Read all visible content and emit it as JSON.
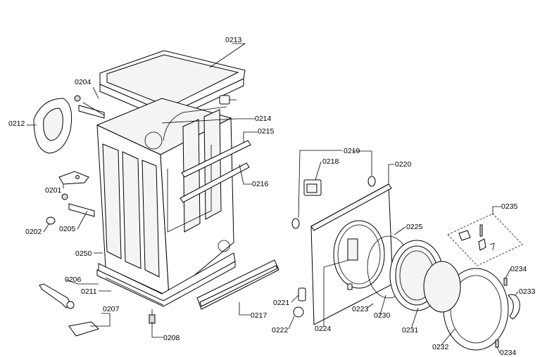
{
  "diagram": {
    "labels": [
      {
        "id": "0213",
        "text": "0213"
      },
      {
        "id": "0204",
        "text": "0204"
      },
      {
        "id": "0212",
        "text": "0212"
      },
      {
        "id": "0214",
        "text": "0214"
      },
      {
        "id": "0215",
        "text": "0215"
      },
      {
        "id": "0216",
        "text": "0216"
      },
      {
        "id": "0201",
        "text": "0201"
      },
      {
        "id": "0202",
        "text": "0202"
      },
      {
        "id": "0205",
        "text": "0205"
      },
      {
        "id": "0250",
        "text": "0250"
      },
      {
        "id": "0206",
        "text": "0206"
      },
      {
        "id": "0211",
        "text": "0211"
      },
      {
        "id": "0207",
        "text": "0207"
      },
      {
        "id": "0208",
        "text": "0208"
      },
      {
        "id": "0217",
        "text": "0217"
      },
      {
        "id": "0219",
        "text": "0219"
      },
      {
        "id": "0218",
        "text": "0218"
      },
      {
        "id": "0220",
        "text": "0220"
      },
      {
        "id": "0225",
        "text": "0225"
      },
      {
        "id": "0235",
        "text": "0235"
      },
      {
        "id": "0234a",
        "text": "0234"
      },
      {
        "id": "0233",
        "text": "0233"
      },
      {
        "id": "0221",
        "text": "0221"
      },
      {
        "id": "0222",
        "text": "0222"
      },
      {
        "id": "0224",
        "text": "0224"
      },
      {
        "id": "0223",
        "text": "0223"
      },
      {
        "id": "0230",
        "text": "0230"
      },
      {
        "id": "0231",
        "text": "0231"
      },
      {
        "id": "0232",
        "text": "0232"
      },
      {
        "id": "0234b",
        "text": "0234"
      }
    ]
  }
}
